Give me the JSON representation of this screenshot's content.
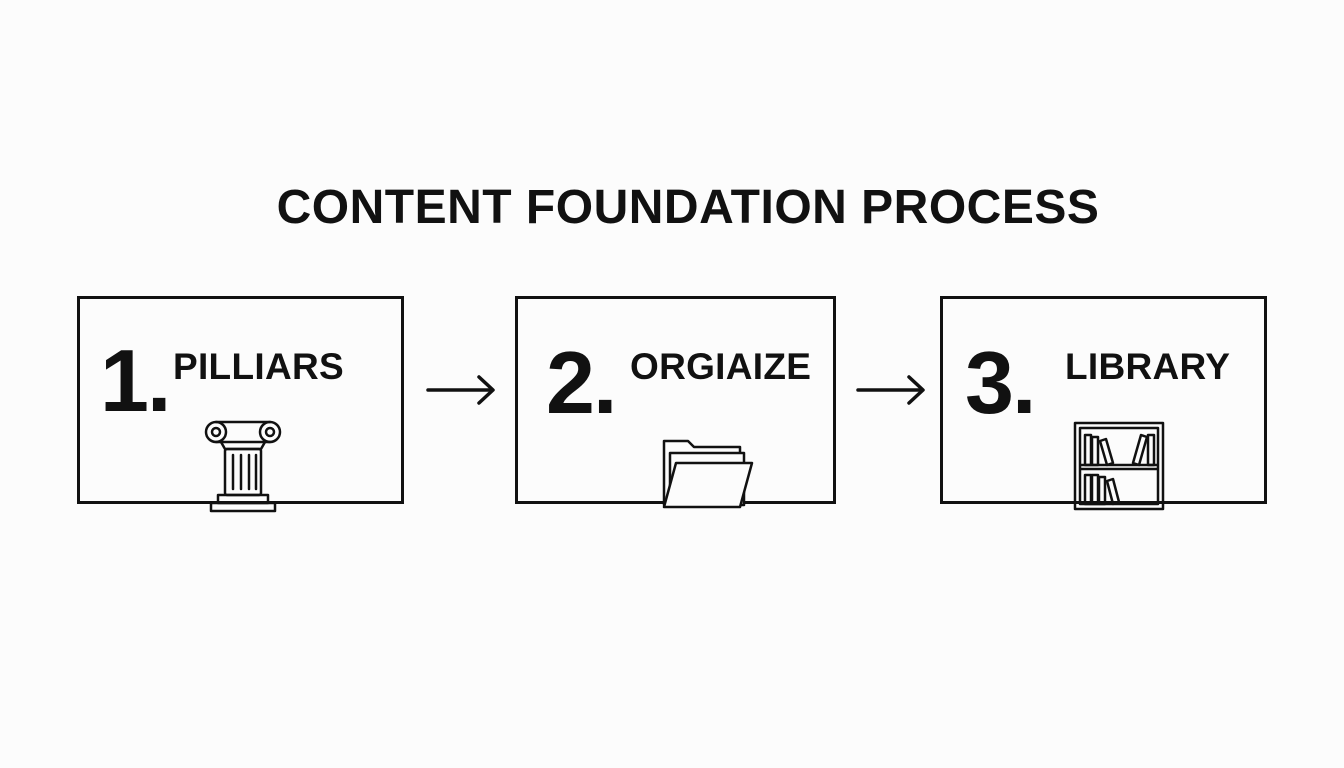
{
  "title": "CONTENT FOUNDATION PROCESS",
  "steps": [
    {
      "number": "1.",
      "label": "PILLIARS",
      "icon": "pillar-icon"
    },
    {
      "number": "2.",
      "label": "ORGIAIZE",
      "icon": "folder-icon"
    },
    {
      "number": "3.",
      "label": "LIBRARY",
      "icon": "bookshelf-icon"
    }
  ],
  "connectors": [
    "arrow-right-icon",
    "arrow-right-icon"
  ],
  "colors": {
    "stroke": "#111111",
    "background": "#fcfcfc"
  }
}
